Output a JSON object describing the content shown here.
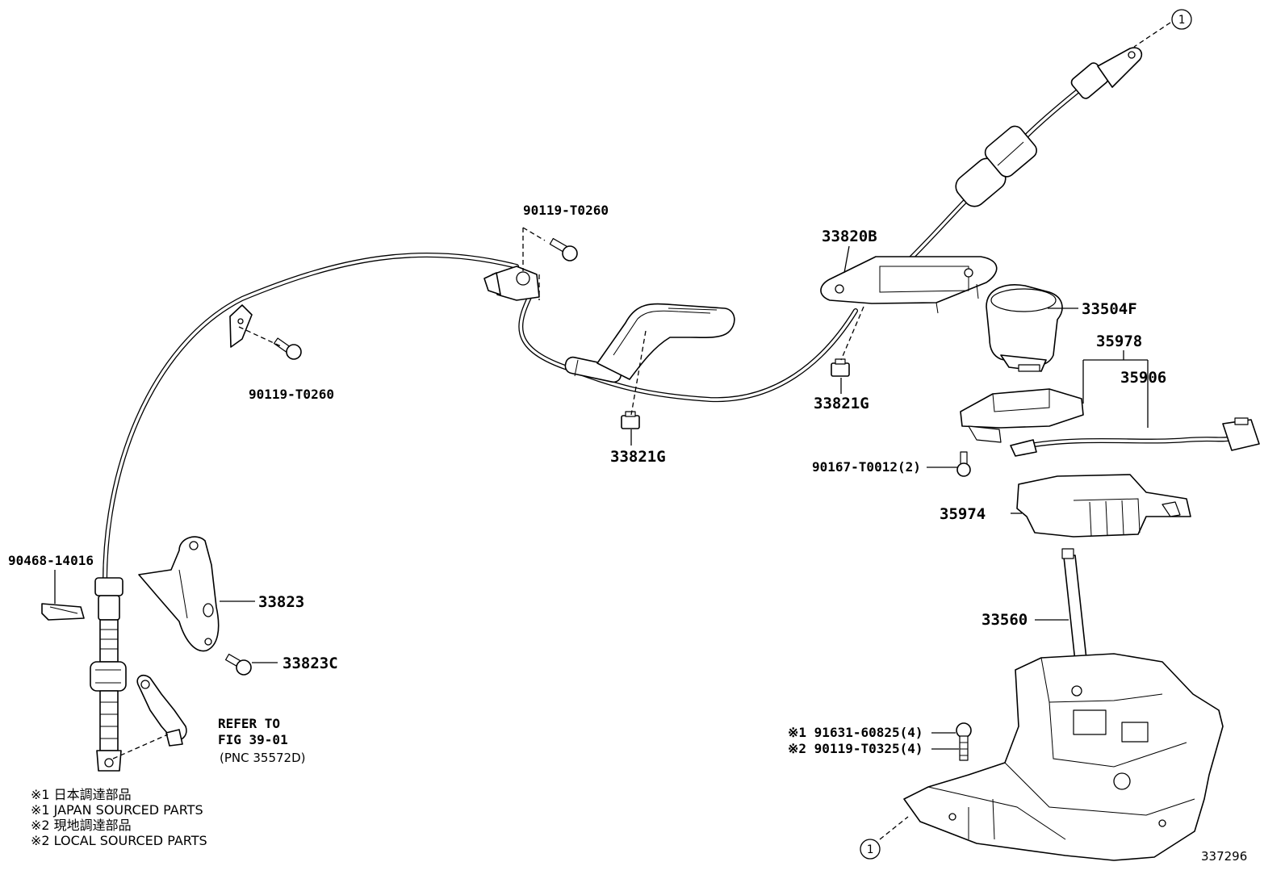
{
  "diagram": {
    "labels": {
      "p90119_top": "90119-T0260",
      "p90119_left": "90119-T0260",
      "p33820b": "33820B",
      "p33504f": "33504F",
      "p35978": "35978",
      "p35906": "35906",
      "p33821g_right": "33821G",
      "p33821g_mid": "33821G",
      "p90167": "90167-T0012(2)",
      "p35974": "35974",
      "p90468": "90468-14016",
      "p33823": "33823",
      "p33823c": "33823C",
      "p33560": "33560",
      "refer_line1": "REFER TO",
      "refer_line2": "FIG 39-01",
      "refer_line3": "(PNC 35572D)",
      "p91631": "※1 91631-60825(4)",
      "p90119_t0325": "※2 90119-T0325(4)",
      "ref_circle_top": "1",
      "ref_circle_bottom": "1",
      "figure_number": "337296"
    },
    "notes": [
      "※1  日本調達部品",
      "※1  JAPAN SOURCED PARTS",
      "※2  現地調達部品",
      "※2  LOCAL SOURCED PARTS"
    ]
  }
}
